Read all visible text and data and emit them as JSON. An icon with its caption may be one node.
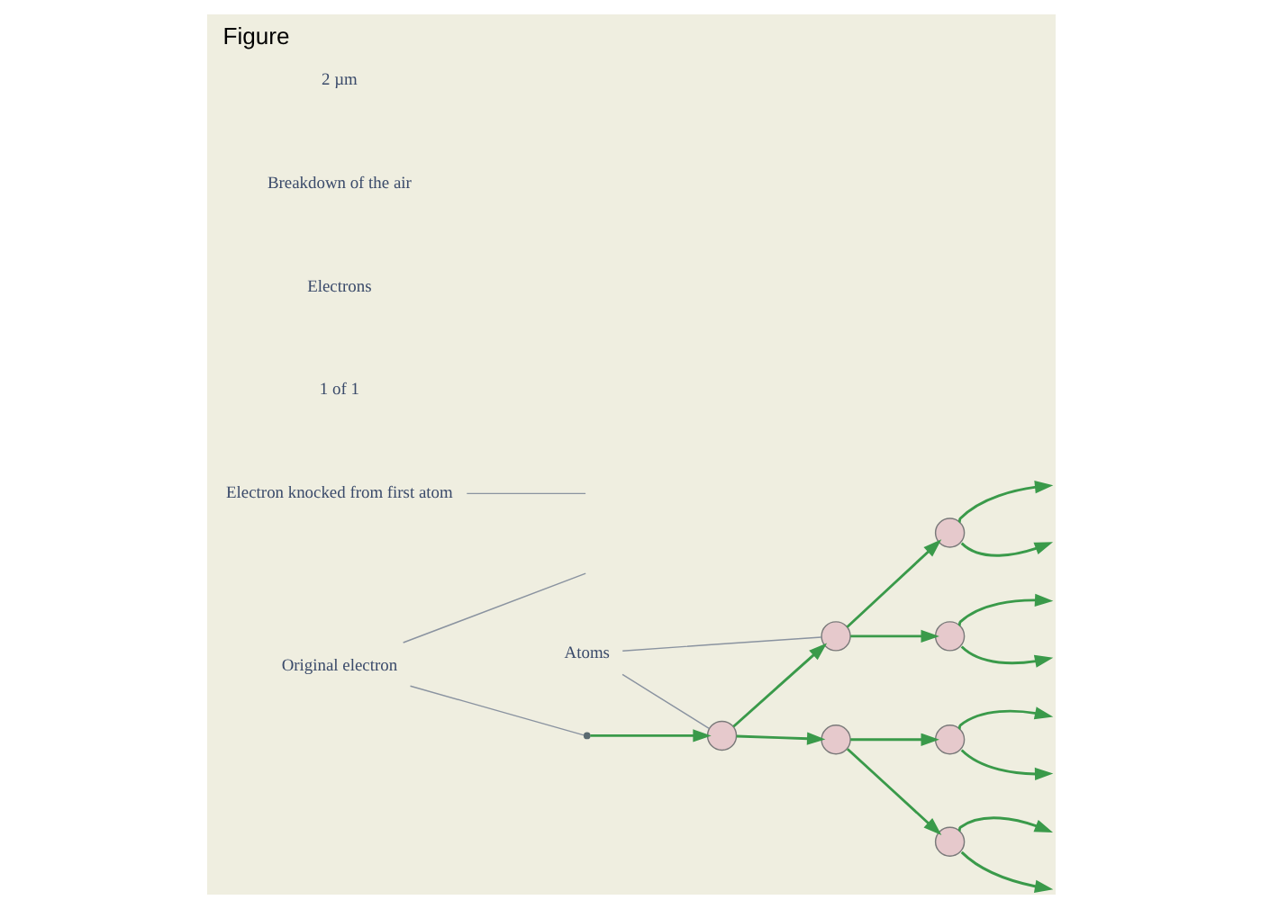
{
  "diagram": {
    "title": "Figure",
    "nodes": [
      {
        "text": [
          "Atoms"
        ]
      },
      {
        "text": [],
        "shape": "dot"
      },
      {
        "text": [],
        "shape": "circle"
      },
      {
        "text": [],
        "shape": "circle"
      },
      {
        "text": [
          "Electron knocked from first atom"
        ]
      },
      {
        "text": [
          "Original electron"
        ]
      },
      {
        "text": [],
        "shape": "circle"
      },
      {
        "text": [],
        "shape": "circle"
      },
      {
        "text": [],
        "shape": "circle"
      },
      {
        "text": [],
        "shape": "circle"
      },
      {
        "text": [],
        "shape": "circle"
      }
    ],
    "edges": [
      {
        "from": 1,
        "to": 2,
        "arrow": "to"
      },
      {
        "from": 2,
        "to": 3,
        "arrow": "to"
      },
      {
        "from": 2,
        "to": 6,
        "arrow": "to"
      },
      {
        "from": 3,
        "to": 7,
        "arrow": "to"
      },
      {
        "from": 3,
        "to": 8,
        "arrow": "to"
      },
      {
        "from": 6,
        "to": 9,
        "arrow": "to"
      },
      {
        "from": 6,
        "to": 10,
        "arrow": "to"
      },
      {
        "from": 7,
        "to": null,
        "arrow": "to"
      },
      {
        "from": 7,
        "to": null,
        "arrow": "to"
      },
      {
        "from": 8,
        "to": null,
        "arrow": "to"
      },
      {
        "from": 8,
        "to": null,
        "arrow": "to"
      },
      {
        "from": 9,
        "to": null,
        "arrow": "to"
      },
      {
        "from": 9,
        "to": null,
        "arrow": "to"
      },
      {
        "from": 10,
        "to": null,
        "arrow": "to"
      },
      {
        "from": 10,
        "to": null,
        "arrow": "to"
      },
      {
        "from": 0,
        "to": 2,
        "arrow": "none",
        "color": "#8a93a0"
      },
      {
        "from": 0,
        "to": 3,
        "arrow": "none",
        "color": "#8a93a0"
      },
      {
        "from": 4,
        "to": null,
        "arrow": "none",
        "color": "#8a93a0"
      },
      {
        "from": 5,
        "to": 1,
        "arrow": "none",
        "color": "#8a93a0"
      },
      {
        "from": 5,
        "to": null,
        "arrow": "none",
        "color": "#8a93a0"
      }
    ],
    "labels": [
      "1 of 1",
      "Electrons",
      "Breakdown of the air",
      "2 µm"
    ]
  }
}
